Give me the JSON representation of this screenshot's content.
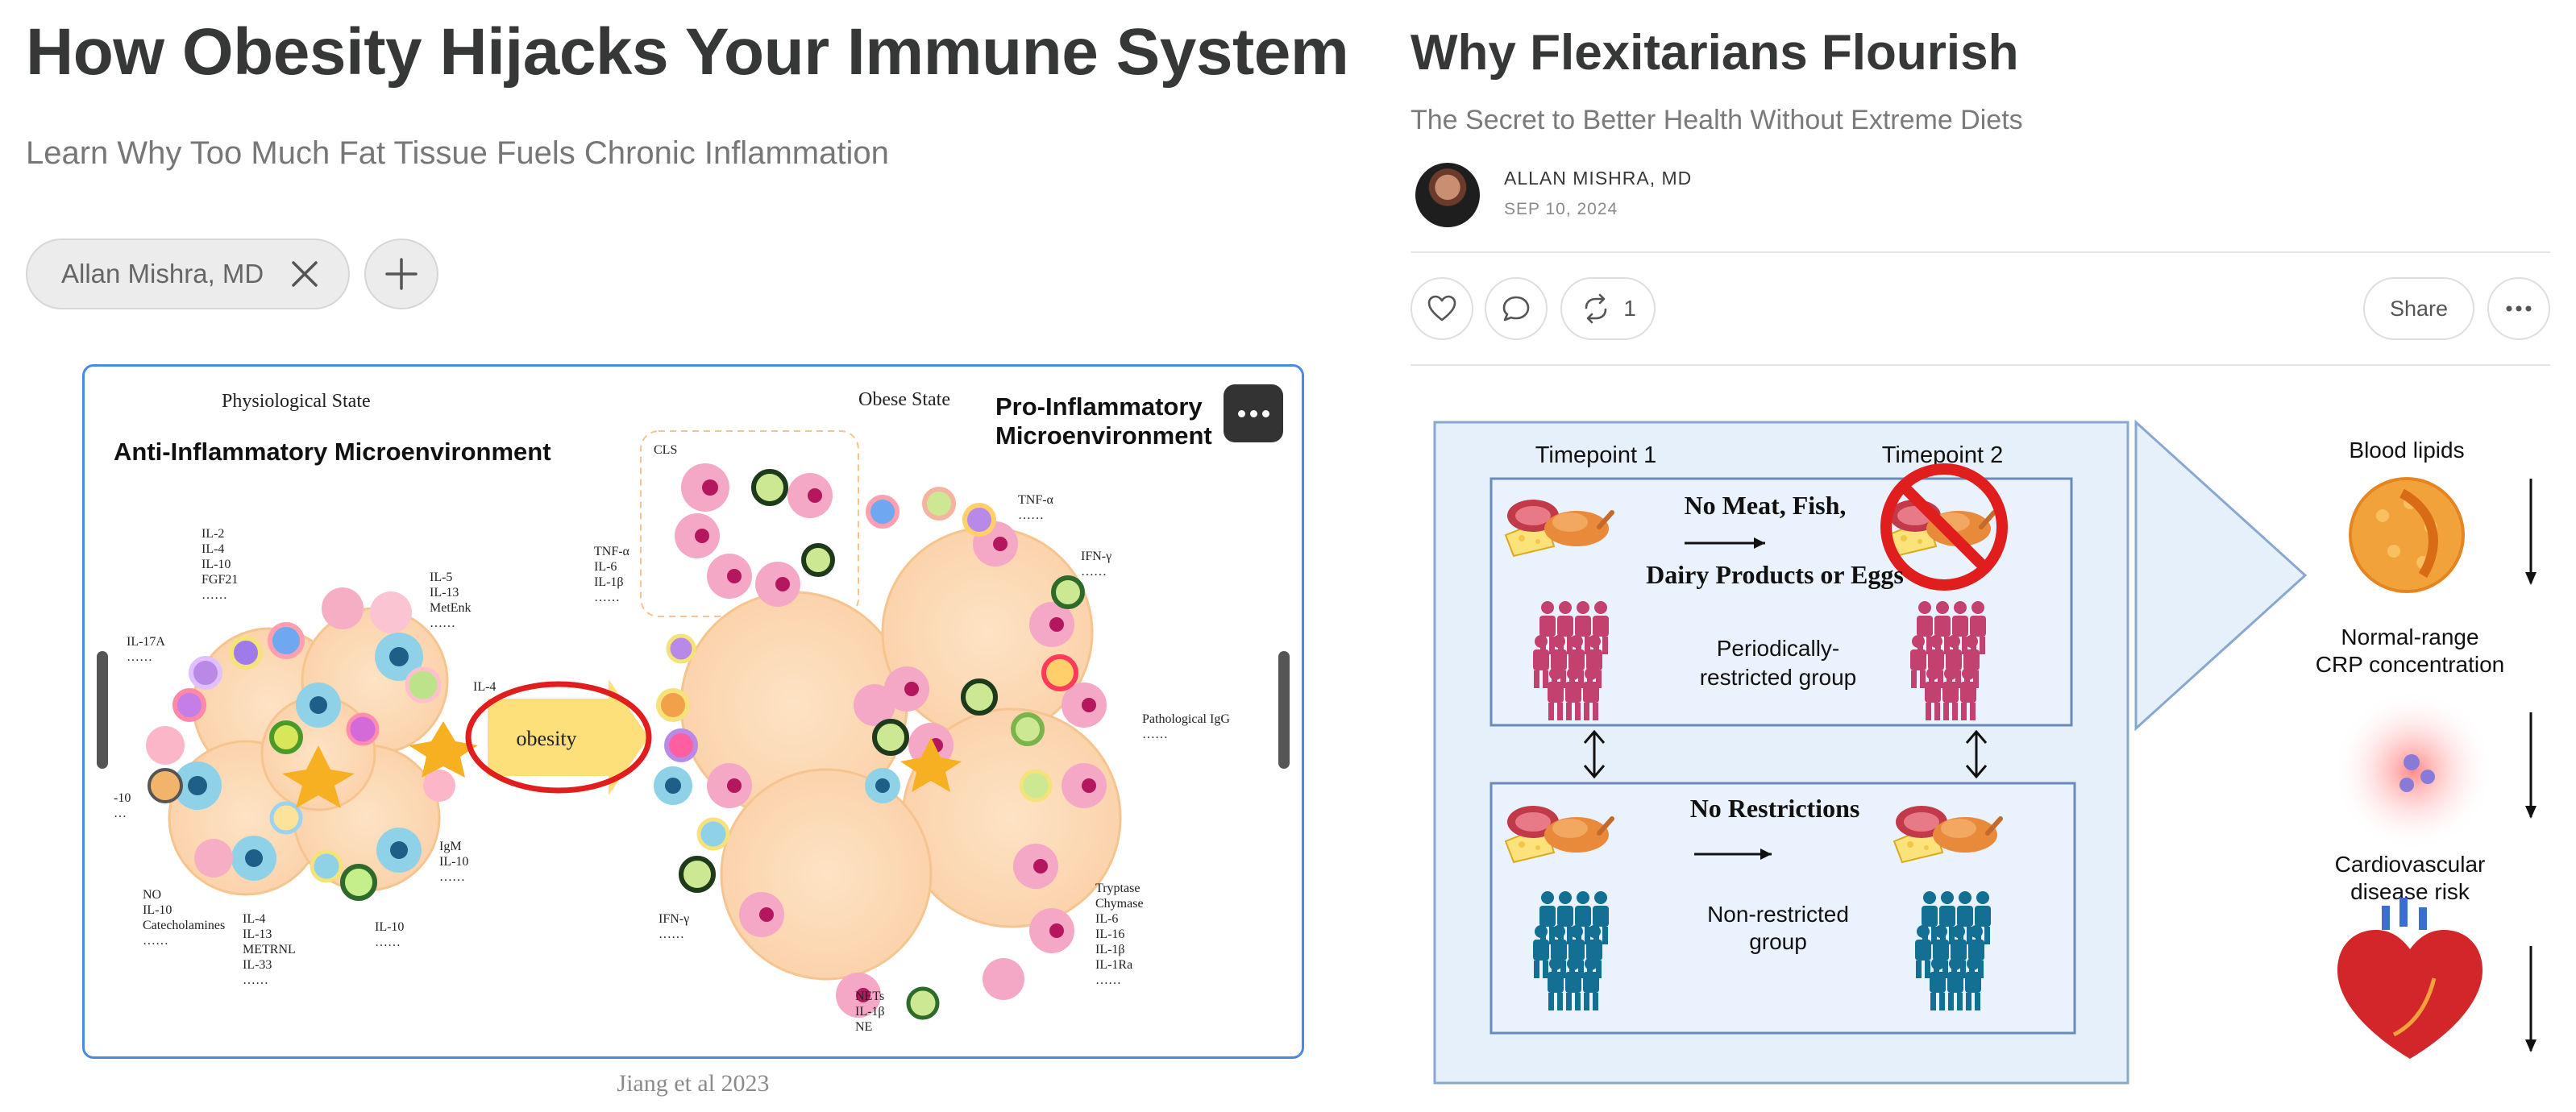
{
  "left": {
    "title": "How Obesity Hijacks Your Immune System",
    "subtitle": "Learn Why Too Much Fat Tissue Fuels Chronic Inflammation",
    "author_chip": "Allan Mishra, MD",
    "figure": {
      "physio_state": "Physiological State",
      "obese_state": "Obese State",
      "anti_title": "Anti-Inflammatory Microenvironment",
      "pro_title_1": "Pro-Inflammatory",
      "pro_title_2": "Microenvironment",
      "arrow_label": "obesity",
      "cls": "CLS",
      "labels": {
        "il2": [
          "IL-2",
          "IL-4",
          "IL-10",
          "FGF21",
          "……"
        ],
        "il5": [
          "IL-5",
          "IL-13",
          "MetEnk",
          "……"
        ],
        "il17": [
          "IL-17A",
          "……"
        ],
        "il4a": [
          "IL-4"
        ],
        "m10": [
          "-10",
          "…"
        ],
        "igm": [
          "IgM",
          "IL-10",
          "……"
        ],
        "no": [
          "NO",
          "IL-10",
          "Catecholamines",
          "……"
        ],
        "il4b": [
          "IL-4",
          "IL-13",
          "METRNL",
          "IL-33",
          "……"
        ],
        "il10b": [
          "IL-10",
          "……"
        ],
        "tnf_l": [
          "TNF-α",
          "IL-6",
          "IL-1β",
          "……"
        ],
        "tnf_r": [
          "TNF-α",
          "……"
        ],
        "ifn_r": [
          "IFN-γ",
          "……"
        ],
        "path": [
          "Pathological IgG",
          "……"
        ],
        "ifn_b": [
          "IFN-γ",
          "……"
        ],
        "nets": [
          "NETs",
          "IL-1β",
          "NE"
        ],
        "tryp": [
          "Tryptase",
          "Chymase",
          "IL-6",
          "IL-16",
          "IL-1β",
          "IL-1Ra",
          "……"
        ]
      }
    },
    "caption": "Jiang et al 2023"
  },
  "right": {
    "title": "Why Flexitarians Flourish",
    "subtitle": "The Secret to Better Health Without Extreme Diets",
    "author": "ALLAN MISHRA, MD",
    "date": "SEP 10, 2024",
    "restack_count": "1",
    "share_label": "Share",
    "figure": {
      "timepoint1": "Timepoint 1",
      "timepoint2": "Timepoint 2",
      "no_meat": "No Meat, Fish,",
      "dairy": "Dairy Products or Eggs",
      "periodic_1": "Periodically-",
      "periodic_2": "restricted group",
      "no_restrictions": "No Restrictions",
      "nonres_1": "Non-restricted",
      "nonres_2": "group",
      "blood_lipids": "Blood lipids",
      "crp_1": "Normal-range",
      "crp_2": "CRP concentration",
      "cvd_1": "Cardiovascular",
      "cvd_2": "disease risk"
    }
  },
  "colors": {
    "accent_blue": "#4a8ae6",
    "people_pink": "#c2416e",
    "people_teal": "#136f93",
    "panel_bg": "#e6f0fb",
    "red_circle": "#e01e1e"
  }
}
